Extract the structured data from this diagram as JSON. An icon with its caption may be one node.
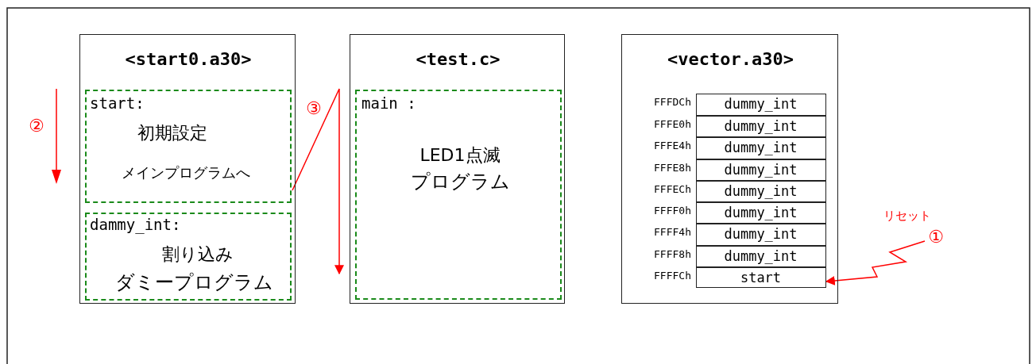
{
  "diagram": {
    "nodes": [
      {
        "text": [
          "<start0.a30>"
        ]
      },
      {
        "text": [
          "start:",
          "初期設定",
          "メインプログラムへ"
        ],
        "in": 0
      },
      {
        "text": [
          "dammy_int:",
          "割り込み",
          "ダミープログラム"
        ],
        "in": 0
      },
      {
        "text": [
          "<test.c>"
        ]
      },
      {
        "text": [
          "main :",
          "LED1点滅",
          "プログラム"
        ],
        "in": 3
      },
      {
        "text": [
          "<vector.a30>"
        ]
      },
      {
        "text": [
          "dummy_int"
        ],
        "in": 5,
        "beside": [
          "FFFDCh"
        ]
      },
      {
        "text": [
          "dummy_int"
        ],
        "in": 5,
        "beside": [
          "FFFE0h"
        ]
      },
      {
        "text": [
          "dummy_int"
        ],
        "in": 5,
        "beside": [
          "FFFE4h"
        ]
      },
      {
        "text": [
          "dummy_int"
        ],
        "in": 5,
        "beside": [
          "FFFE8h"
        ]
      },
      {
        "text": [
          "dummy_int"
        ],
        "in": 5,
        "beside": [
          "FFFECh"
        ]
      },
      {
        "text": [
          "dummy_int"
        ],
        "in": 5,
        "beside": [
          "FFFF0h"
        ]
      },
      {
        "text": [
          "dummy_int"
        ],
        "in": 5,
        "beside": [
          "FFFF4h"
        ]
      },
      {
        "text": [
          "dummy_int"
        ],
        "in": 5,
        "beside": [
          "FFFF8h"
        ]
      },
      {
        "text": [
          "start"
        ],
        "in": 5,
        "beside": [
          "FFFFCh"
        ]
      },
      {
        "text": [
          "①"
        ],
        "beside": [
          "リセット"
        ]
      }
    ],
    "edges": [
      {
        "from": 1,
        "to": 4,
        "arrow": "to",
        "label": "③",
        "color": "#ff0000"
      },
      {
        "from": 15,
        "to": 14,
        "arrow": "to",
        "color": "#ff0000"
      }
    ],
    "labels": [
      "②"
    ]
  }
}
